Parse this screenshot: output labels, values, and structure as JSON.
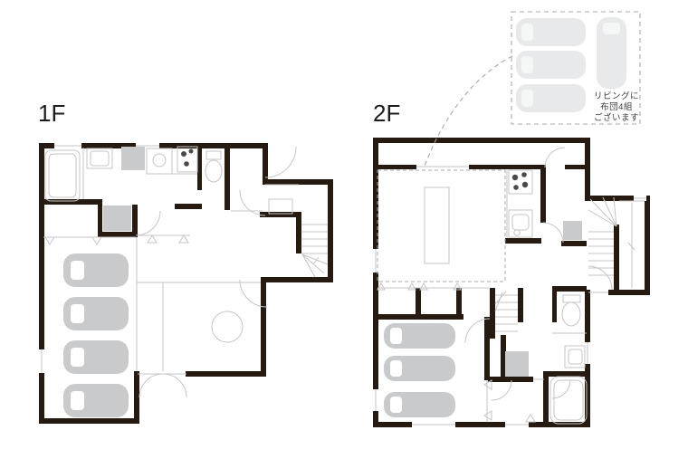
{
  "floors": [
    {
      "label": "1F",
      "futon_count": 4
    },
    {
      "label": "2F",
      "futon_count": 3
    }
  ],
  "callout": {
    "lines": [
      "リビングに",
      "布団4組",
      "ございます"
    ],
    "futon_sets_shown": 4
  },
  "colors": {
    "wall": "#261a11",
    "line": "#c5c6c7",
    "futon": "#c9cacb",
    "callout_futon": "#e8e9ea",
    "dash": "#a8a8a8",
    "label_text": "#1d1d1d",
    "note_text": "#3c3c3c"
  }
}
